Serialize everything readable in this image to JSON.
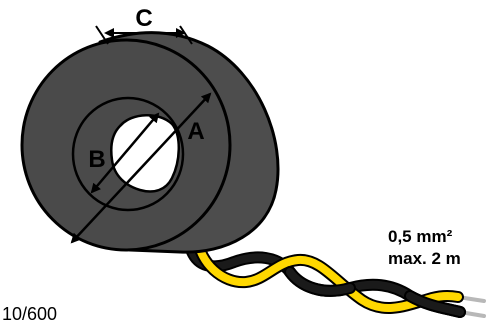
{
  "labels": {
    "width": "C",
    "outer_diameter": "A",
    "inner_diameter": "B"
  },
  "cable": {
    "cross_section": "0,5 mm²",
    "max_length": "max. 2 m"
  },
  "model": "10/600",
  "colors": {
    "core_dark": "#4a4a4a",
    "core_side": "#505050",
    "outline": "#000000",
    "hole": "#ffffff",
    "wire_yellow": "#ffd800",
    "wire_black": "#111111",
    "wire_strand": "#b8b8b8"
  },
  "icons": {
    "dimension_arrow": "double-headed-arrow"
  }
}
